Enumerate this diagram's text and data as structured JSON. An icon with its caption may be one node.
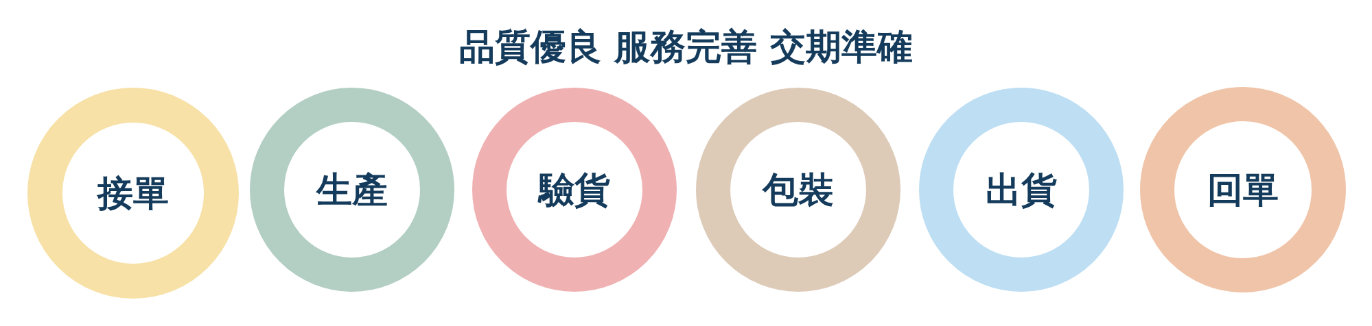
{
  "diagram": {
    "title": "品質優良 服務完善 交期準確",
    "nodes": [
      {
        "text": [
          "接單"
        ]
      },
      {
        "text": [
          "生產"
        ]
      },
      {
        "text": [
          "驗貨"
        ]
      },
      {
        "text": [
          "包裝"
        ]
      },
      {
        "text": [
          "出貨"
        ]
      },
      {
        "text": [
          "回單"
        ]
      }
    ]
  }
}
